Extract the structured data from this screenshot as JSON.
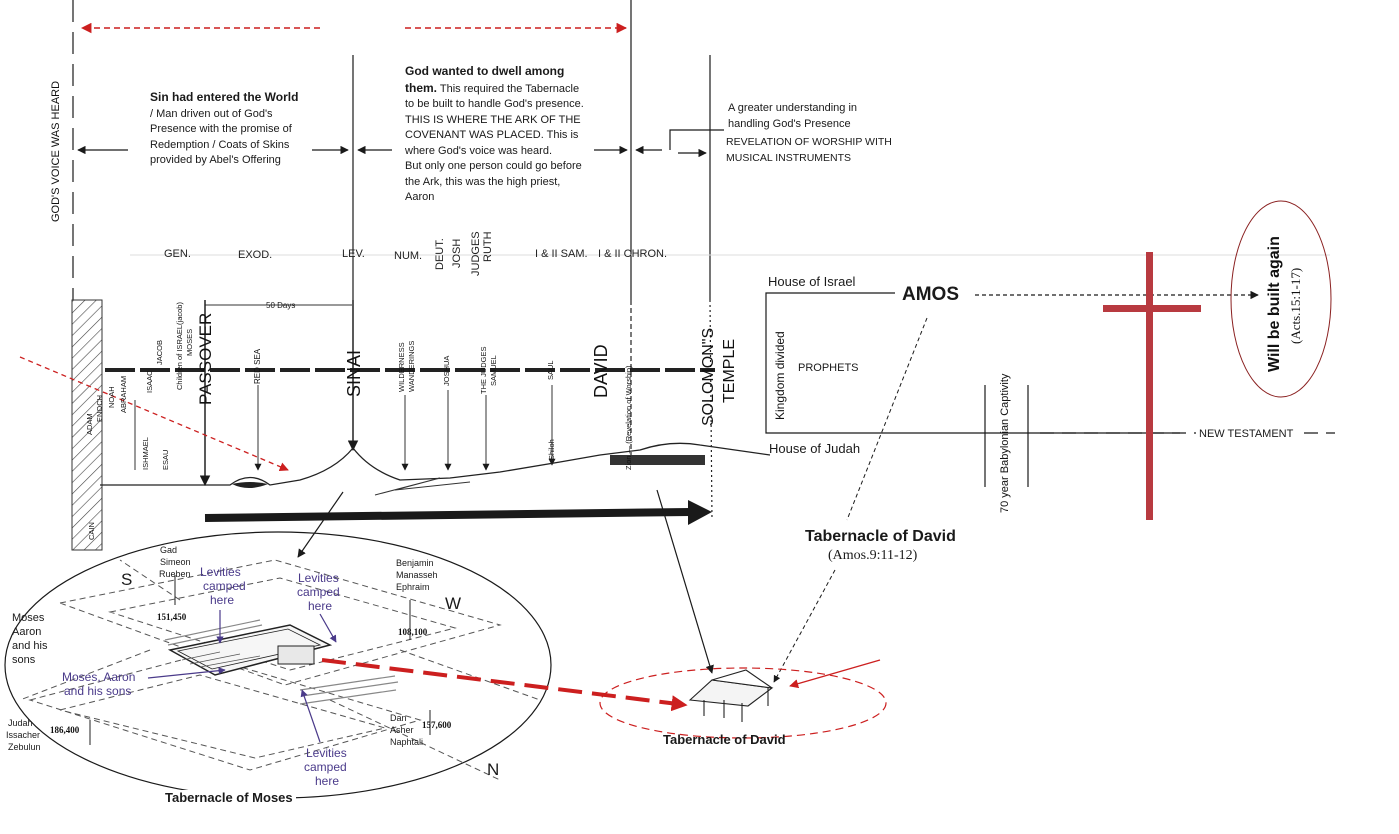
{
  "colors": {
    "red": "#cc1f1f",
    "cross": "#b83a40",
    "ink": "#1a1a1a",
    "purple": "#4a3a8a",
    "sketch": "#333333"
  },
  "left_vertical_label": "GOD'S VOICE WAS HEARD",
  "paragraphs": {
    "sin_bold": "Sin had entered the World",
    "sin_rest": " / Man driven out of God's Presence with the promise of Redemption / Coats of Skins provided by Abel's Offering",
    "dwell_bold": "God wanted to dwell among them.",
    "dwell_rest": " This required the Tabernacle to be built to handle God's presence. THIS IS WHERE THE ARK OF THE COVENANT WAS PLACED. This is where God's voice was heard.",
    "dwell_rest2": "But only one person could go before the Ark, this was the high priest, Aaron",
    "greater": "A greater understanding in handling God's Presence",
    "revelation": "REVELATION OF WORSHIP WITH MUSICAL INSTRUMENTS"
  },
  "books": {
    "gen": "GEN.",
    "exod": "EXOD.",
    "lev": "LEV.",
    "num": "NUM.",
    "deut": "DEUT.",
    "josh": "JOSH",
    "judges": "JUDGES",
    "ruth": "RUTH",
    "sam": "I & II SAM.",
    "chron": "I & II CHRON."
  },
  "timeline": {
    "fifty_days": "50 Days",
    "passover": "PASSOVER",
    "sinai": "SINAI",
    "david": "DAVID",
    "solomon": "SOLOMON\"S",
    "temple": "TEMPLE",
    "red_sea": "RED SEA",
    "children_israel": "Children of ISRAEL(jacob)",
    "moses": "MOSES",
    "jacob": "JACOB",
    "isaac": "ISAAC",
    "abraham": "ABRAHAM",
    "noah": "NOAH",
    "enoch": "ENOCH",
    "adam": "ADAM",
    "cain": "CAIN",
    "ishmael": "ISHMAEL",
    "esau": "ESAU",
    "wilderness": "WILDERNESS",
    "wanderings": "WANDERINGS",
    "joshua": "JOSHUA",
    "the_judges": "THE JUDGES",
    "samuel": "SAMUEL",
    "saul": "SAUL",
    "shiloh": "Shiloh",
    "zion": "Zion — (Revelation of Worship)"
  },
  "right": {
    "house_israel": "House of Israel",
    "amos": "AMOS",
    "kingdom_divided": "Kingdom divided",
    "prophets": "PROPHETS",
    "house_judah": "House of Judah",
    "captivity": "70 year Babylonian Captivity",
    "new_testament": "NEW TESTAMENT",
    "built_again": "Will be built again",
    "acts_ref": "(Acts.15:1-17)",
    "tab_david_title": "Tabernacle of David",
    "amos_ref": "(Amos.9:11-12)"
  },
  "camp": {
    "compass_s": "S",
    "compass_w": "W",
    "compass_n": "N",
    "gad": "Gad",
    "simeon": "Simeon",
    "rueben": "Rueben",
    "benjamin": "Benjamin",
    "manasseh": "Manasseh",
    "ephraim": "Ephraim",
    "n151": "151,450",
    "n108": "108,100",
    "moses_aaron_sons_1": "Moses",
    "moses_aaron_sons_2": "Aaron",
    "moses_aaron_sons_3": "and his",
    "moses_aaron_sons_4": "sons",
    "moses_aaron_b1": "Moses, Aaron",
    "moses_aaron_b2": "and his sons",
    "levities_1a": "Levities",
    "levities_1b": "camped",
    "levities_1c": "here",
    "levities_2a": "Levities",
    "levities_2b": "camped",
    "levities_2c": "here",
    "levities_3a": "Levities",
    "levities_3b": "camped",
    "levities_3c": "here",
    "judah": "Judah",
    "issacher": "Issacher",
    "zebulun": "Zebulun",
    "n186": "186,400",
    "dan": "Dan",
    "asher": "Asher",
    "naphtali": "Naphtali",
    "n157": "157,600",
    "tab_moses": "Tabernacle of Moses",
    "tab_david_small": "Tabernacle of David"
  }
}
